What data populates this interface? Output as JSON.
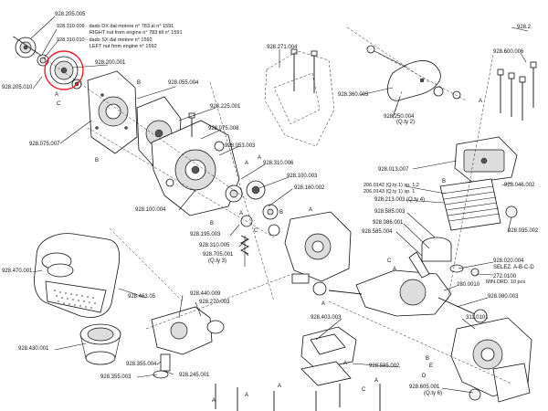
{
  "highlight_color": "#e8202a",
  "part_labels": [
    "928.205.005",
    "928.310.009 - dado DX dal motore n° 783 al n° 1591",
    "RIGHT nut from engine n° 783 till n° 1591",
    "928.310.010 - dado SX dal motore n° 1592",
    "LEFT nut from engine n° 1592",
    "928.205.010",
    "928.200.001",
    "928.055.004",
    "928.075.007",
    "928.225.001",
    "928.075.008",
    "928.053.003",
    "928.310.006",
    "928.100.003",
    "928.160.002",
    "928.100.004",
    "928.195.003",
    "928.310.005",
    "928.705.001",
    "(Q.ty 3)",
    "928.470.001",
    "928.463.05",
    "928.440.009",
    "928.270.003",
    "928.430.001",
    "928.355.004",
    "928.355.003",
    "928.245.001",
    "928.271.004",
    "928.360.003",
    "928.250.004",
    "(Q.ty 2)",
    "928.013.007",
    "928.2",
    "928.600.006",
    "928.046.002",
    "206.0142 (Q.ty 1) sp. 1,2",
    "206.0143 (Q.ty 1) sp. 1",
    "928.213.003 (Q.ty 4)",
    "928.585.003",
    "928.086.001",
    "928.585.004",
    "928.035.002",
    "928.020.004",
    "SELEZ. A-B-C-D",
    "272.0100",
    "MIN.ORD. 10 pcs",
    "280.0010",
    "928.080.003",
    "928.403.003",
    "928.585.002",
    "311.0101",
    "928.605.001",
    "(Q.ty 6)"
  ],
  "ref_letters": [
    "A",
    "B",
    "C",
    "D",
    "E"
  ]
}
